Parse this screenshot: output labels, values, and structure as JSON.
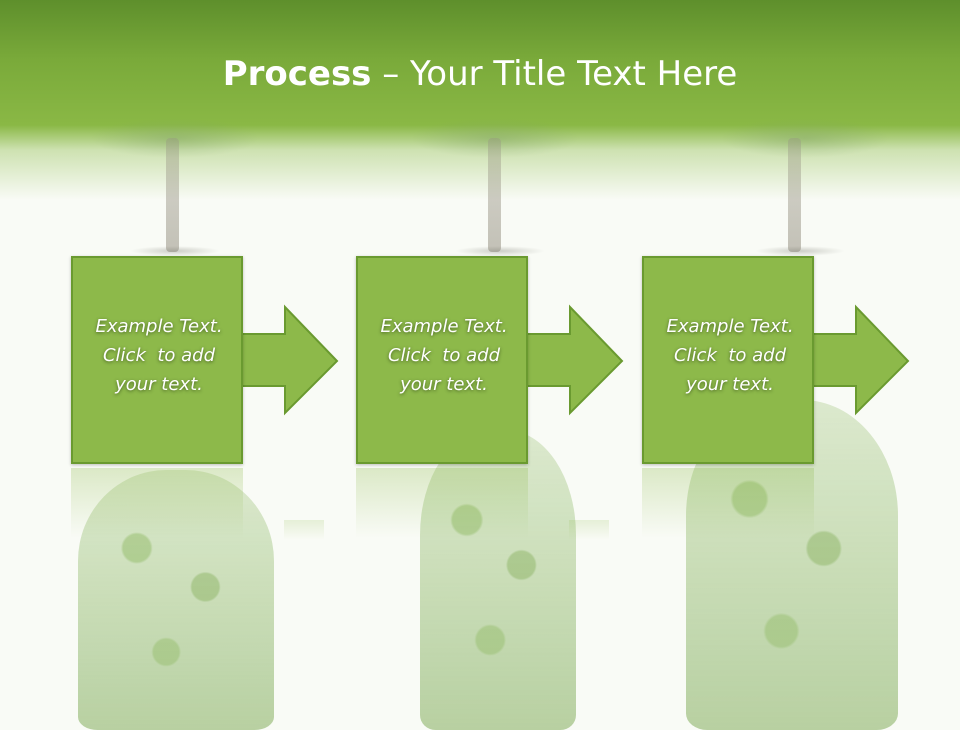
{
  "slide": {
    "title_bold": "Process",
    "title_rest": " – Your Title Text Here"
  },
  "steps": [
    {
      "line1": "Example Text.",
      "line2": "Click  to add",
      "line3": "your text."
    },
    {
      "line1": "Example Text.",
      "line2": "Click  to add",
      "line3": "your text."
    },
    {
      "line1": "Example Text.",
      "line2": "Click  to add",
      "line3": "your text."
    }
  ],
  "colors": {
    "header": "#7aaa3a",
    "box_fill": "#8db94a",
    "box_border": "#6a9a30",
    "text": "#ffffff"
  },
  "icons": [
    "right-arrow-icon",
    "tree-image"
  ]
}
